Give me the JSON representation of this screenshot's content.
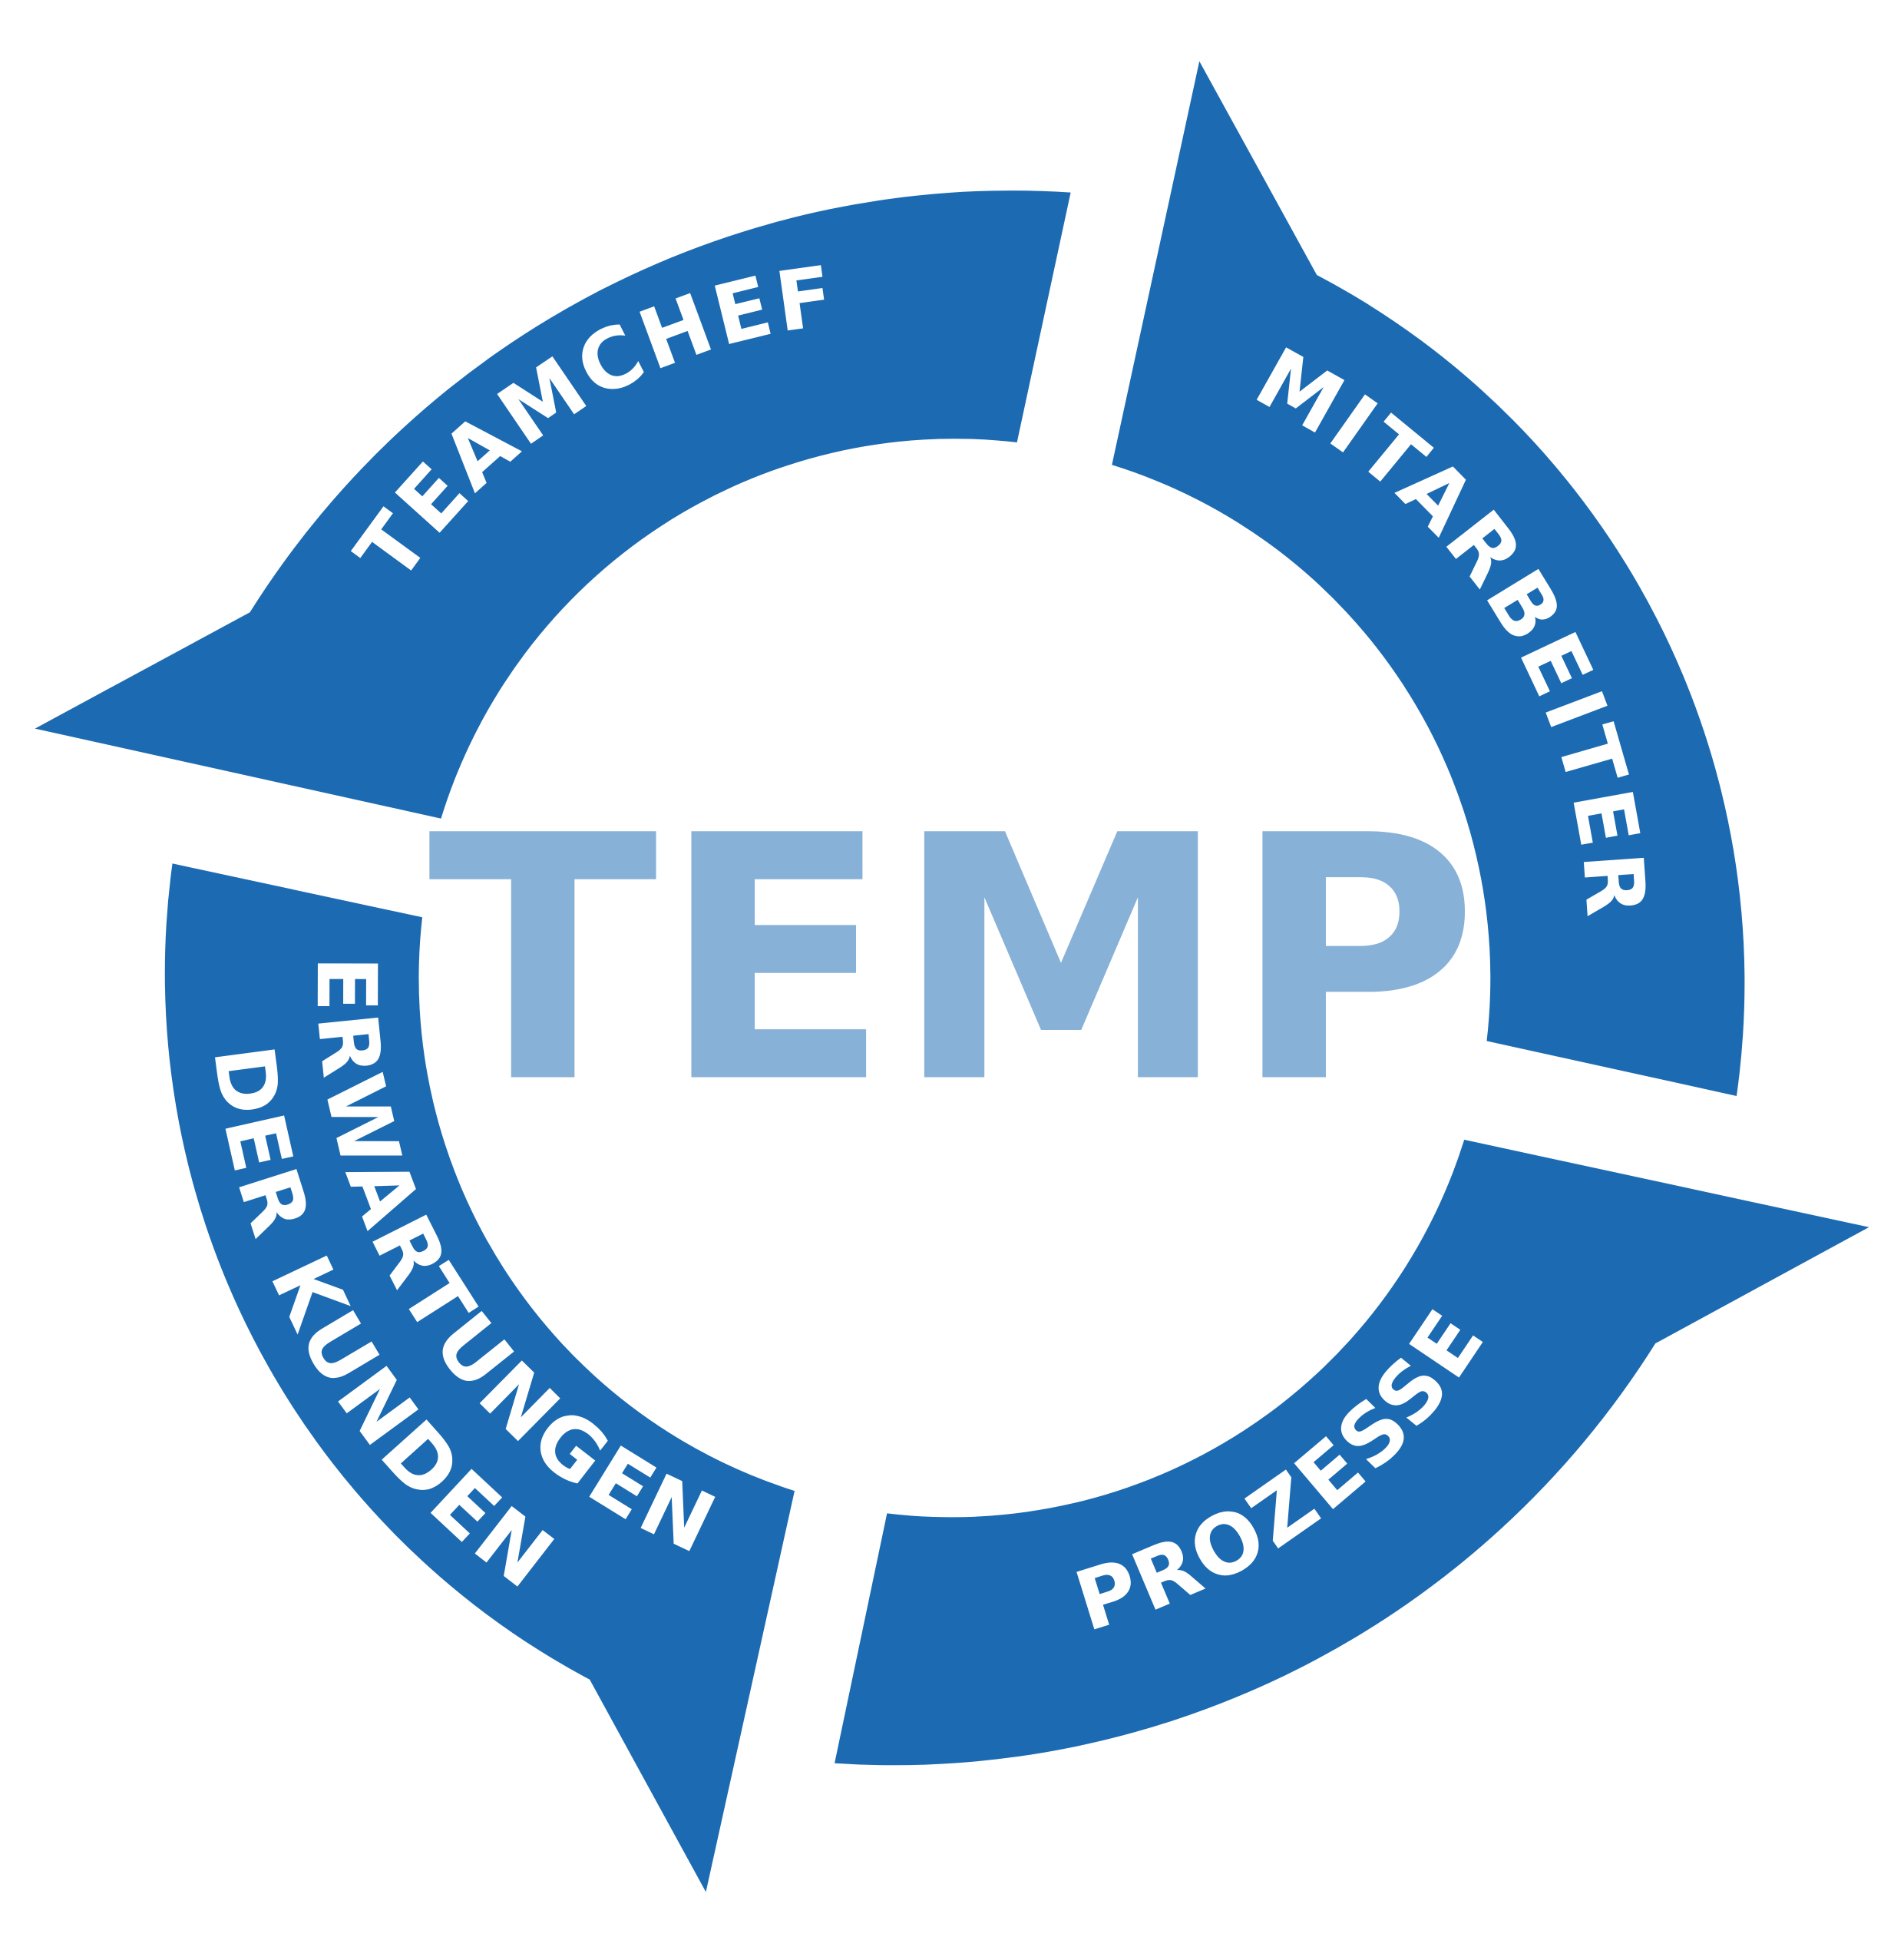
{
  "diagram": {
    "center_title": "TEMP",
    "center_color": "#88b1d7",
    "ring_color": "#1c6bb2",
    "label_color": "#ffffff",
    "segments": [
      {
        "id": "teamchef",
        "label": "TEAMCHEF",
        "position": "top-left"
      },
      {
        "id": "mitarbeiter",
        "label": "MITARBEITER",
        "position": "top-right"
      },
      {
        "id": "prozesse",
        "label": "PROZESSE",
        "position": "bottom-right"
      },
      {
        "id": "erwartungen",
        "label_line1": "ERWARTUNGEN",
        "label_line2": "DER KUNDEN",
        "position": "bottom-left"
      }
    ]
  }
}
